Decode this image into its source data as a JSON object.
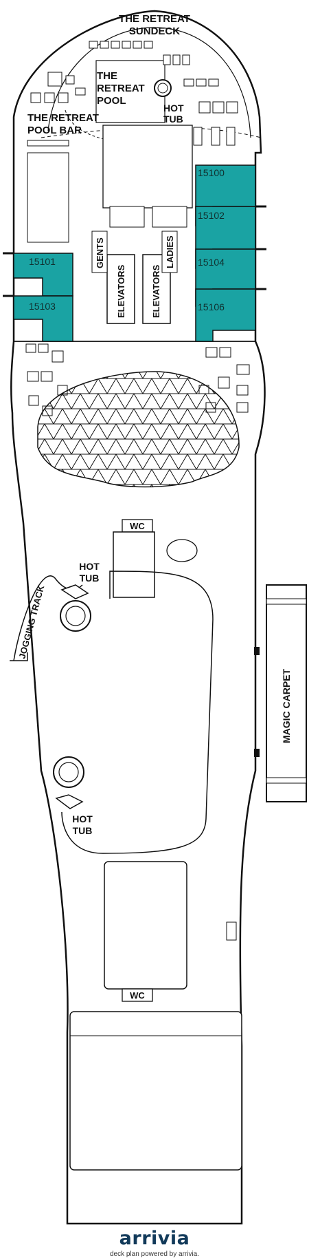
{
  "deck": {
    "areas": {
      "retreat_sundeck": [
        "THE RETREAT",
        "SUNDECK"
      ],
      "retreat_pool": [
        "THE",
        "RETREAT",
        "POOL"
      ],
      "hot_tub_top": [
        "HOT",
        "TUB"
      ],
      "retreat_pool_bar": [
        "THE RETREAT",
        "POOL BAR"
      ],
      "gents": "GENTS",
      "ladies": "LADIES",
      "elevators_left": "ELEVATORS",
      "elevators_right": "ELEVATORS",
      "wc_upper": "WC",
      "hot_tub_mid": [
        "HOT",
        "TUB"
      ],
      "jogging_track": "JOGGING TRACK",
      "magic_carpet": "MAGIC CARPET",
      "hot_tub_lower": [
        "HOT",
        "TUB"
      ],
      "wc_lower": "WC"
    },
    "cabins": [
      "15100",
      "15102",
      "15104",
      "15106",
      "15101",
      "15103"
    ],
    "colors": {
      "cabin_fill": "#1aa3a3",
      "outline": "#111111",
      "background": "#ffffff"
    }
  },
  "footer": {
    "brand": "arrivia",
    "tagline": "deck plan powered by arrivia."
  }
}
